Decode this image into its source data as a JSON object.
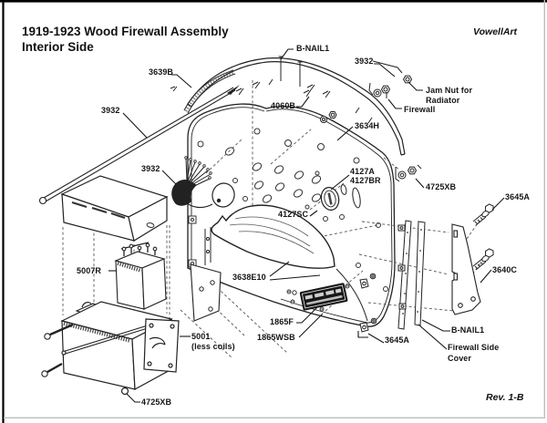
{
  "frame": {
    "title_line1": "1919-1923 Wood Firewall Assembly",
    "title_line2": "Interior Side",
    "brand": "VowellArt",
    "revision": "Rev. 1-B"
  },
  "labels": {
    "b_nail1_top": "B-NAIL1",
    "p3932_top_right": "3932",
    "jam_nut_line1": "Jam Nut for",
    "jam_nut_line2": "Radiator",
    "firewall": "Firewall",
    "p3639b": "3639B",
    "p4060b": "4060B",
    "p3634h": "3634H",
    "p3932_left": "3932",
    "p3932_mid": "3932",
    "p4127a": "4127A",
    "p4127br": "4127BR",
    "p4127sc": "4127SC",
    "p4725xb_right": "4725XB",
    "p3645a_top": "3645A",
    "p3640c": "3640C",
    "b_nail1_bottom": "B-NAIL1",
    "side_cover_line1": "Firewall Side",
    "side_cover_line2": "Cover",
    "p5007r": "5007R",
    "p3638e10": "3638E10",
    "p1865f": "1865F",
    "p1865wsb": "1865WSB",
    "p5001": "5001",
    "p5001_note": "(less coils)",
    "p3645a_bottom": "3645A",
    "p4725xb_bottom": "4725XB"
  },
  "colors": {
    "line": "#1c1c1c",
    "background": "#ffffff",
    "border_dark": "#000000",
    "border_light": "#b8b8b8",
    "data_plate": "#161616"
  }
}
